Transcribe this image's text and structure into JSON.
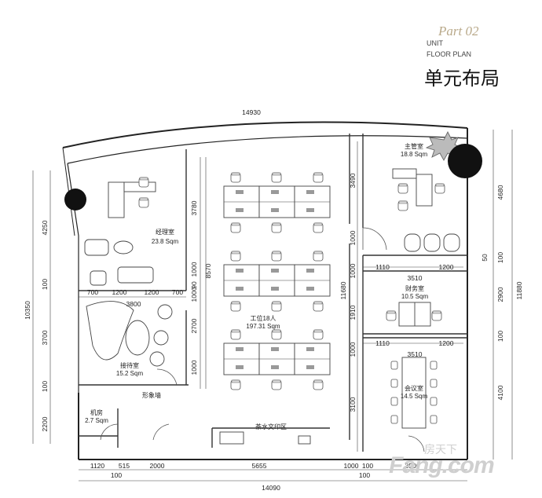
{
  "header": {
    "part": "Part 02",
    "unit": "UNIT",
    "floor_plan": "FLOOR PLAN",
    "title_cn": "单元布局"
  },
  "rooms": {
    "manager": {
      "name": "经理室",
      "area": "23.8 Sqm"
    },
    "supervisor": {
      "name": "主管室",
      "area": "18.8 Sqm"
    },
    "finance": {
      "name": "财务室",
      "area": "10.5 Sqm"
    },
    "workstation": {
      "name": "工位18人",
      "area": "197.31 Sqm"
    },
    "reception": {
      "name": "接待室",
      "area": "15.2 Sqm"
    },
    "meeting": {
      "name": "会议室",
      "area": "14.5 Sqm"
    },
    "server": {
      "name": "机房",
      "area": "2.7 Sqm"
    },
    "image_wall": "形象墙",
    "tea_print": "茶水文印区"
  },
  "dimensions": {
    "top": "14930",
    "bottom_total": "14090",
    "bottom_segments": [
      "1120",
      "515",
      "2000",
      "5655",
      "1000",
      "3500"
    ],
    "bottom_small": [
      "100",
      "100",
      "100"
    ],
    "left_total": "10350",
    "left_segments": [
      "4250",
      "100",
      "3700",
      "100",
      "2200"
    ],
    "right_total": "11880",
    "right_segments": [
      "4680",
      "100",
      "2900",
      "100",
      "4100"
    ],
    "col_a": [
      "3780",
      "1000",
      "8570",
      "1000",
      "2700",
      "1000"
    ],
    "col_b": [
      "3490",
      "1000",
      "11680",
      "1000",
      "1910",
      "1000",
      "3100"
    ],
    "reception_row": [
      "700",
      "1200",
      "1200",
      "700"
    ],
    "reception_3800": "3800",
    "finance_row": [
      "1110",
      "1200"
    ],
    "finance_3510": "3510",
    "meeting_row": [
      "1110",
      "1200"
    ],
    "meeting_3510": "3510",
    "small_90": "90",
    "small_50": "50"
  },
  "watermark": {
    "brand": "Fang.com",
    "cn": "房天下"
  }
}
